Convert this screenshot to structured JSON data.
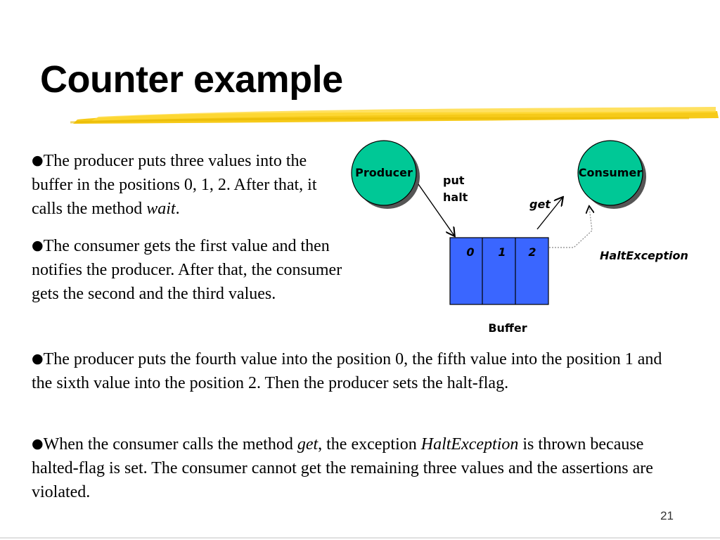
{
  "slide": {
    "title": "Counter example",
    "page_number": "21"
  },
  "bullets": {
    "p1": {
      "a": "The producer puts three values into the buffer in the positions 0, 1, 2. After that, it calls the method ",
      "em": "wait",
      "b": "."
    },
    "p2": {
      "text": "The consumer gets the first value and then notifies the producer. After that, the consumer gets the second and the third values."
    },
    "p3": {
      "text": "The producer puts the fourth value into the position 0, the fifth value into the position 1 and the sixth value into the position 2. Then the producer sets the halt-flag."
    },
    "p4": {
      "a": "When the consumer calls the method ",
      "em1": "get",
      "b": ", the exception  ",
      "em2": "HaltException",
      "c": " is thrown because halted-flag is set. The consumer cannot get the remaining three values and the assertions are violated."
    }
  },
  "diagram": {
    "producer_label": "Producer",
    "consumer_label": "Consumer",
    "put_label": "put",
    "halt_label": "halt",
    "get_label": "get",
    "exception_label": "HaltException",
    "buffer_label": "Buffer",
    "cells": [
      "0",
      "1",
      "2"
    ],
    "colors": {
      "node_fill": "#00c896",
      "buffer_fill": "#3a66ff",
      "highlight": "#f5c400"
    }
  }
}
